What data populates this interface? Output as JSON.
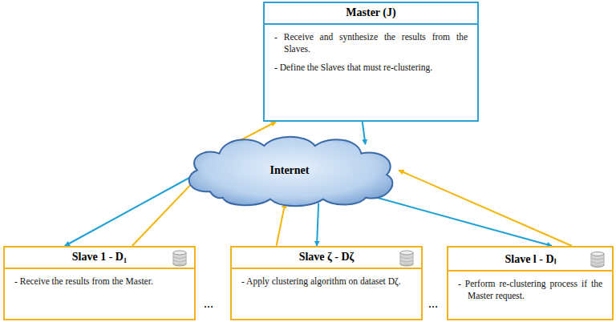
{
  "diagram": {
    "nodes": [
      {
        "text": [
          "Master (J)",
          "- Receive and synthesize the results from the Slaves.",
          "- Define the Slaves that must re-clustering."
        ]
      },
      {
        "text": [
          "Internet"
        ]
      },
      {
        "text": [
          "Slave 1 - D₁",
          "- Receive the results from the Master."
        ]
      },
      {
        "text": [
          "Slave ζ - Dζ",
          "- Apply clustering algorithm on dataset Dζ."
        ]
      },
      {
        "text": [
          "Slave l - Dₗ",
          "- Perform re-clustering process if the Master request."
        ]
      }
    ],
    "edges": [
      {
        "from": 0,
        "to": 1,
        "arrow": "to"
      },
      {
        "from": 1,
        "to": 0,
        "arrow": "to"
      },
      {
        "from": 2,
        "to": 1,
        "arrow": "to"
      },
      {
        "from": 1,
        "to": 2,
        "arrow": "to"
      },
      {
        "from": 3,
        "to": 1,
        "arrow": "to"
      },
      {
        "from": 1,
        "to": 3,
        "arrow": "to"
      },
      {
        "from": 4,
        "to": 1,
        "arrow": "to"
      },
      {
        "from": 1,
        "to": 4,
        "arrow": "to"
      }
    ],
    "labels": [
      "...",
      "..."
    ]
  }
}
